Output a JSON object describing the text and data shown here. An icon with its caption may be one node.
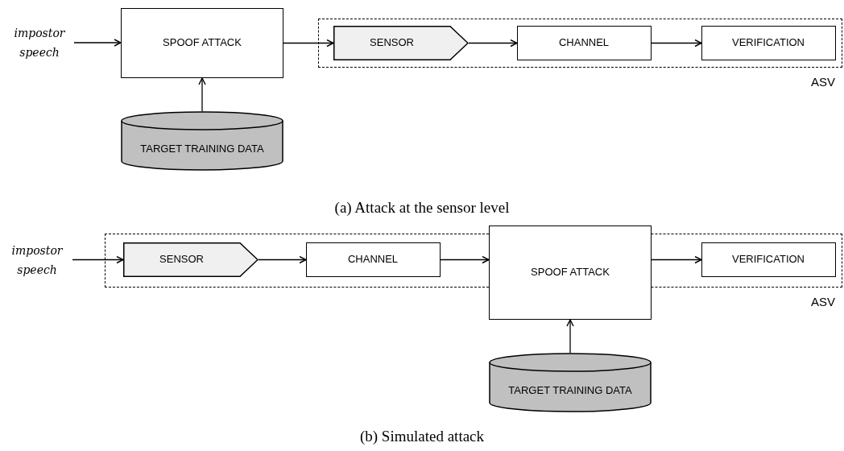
{
  "diagram": {
    "nodes": [
      {
        "text": [
          "impostor speech"
        ]
      },
      {
        "text": [
          "SPOOF ATTACK"
        ]
      },
      {
        "text": [
          "TARGET TRAINING DATA"
        ]
      },
      {
        "text": [
          "ASV"
        ]
      },
      {
        "text": [
          "SENSOR"
        ],
        "in": 3
      },
      {
        "text": [
          "CHANNEL"
        ],
        "in": 3
      },
      {
        "text": [
          "VERIFICATION"
        ],
        "in": 3
      },
      {
        "text": [
          "impostor speech"
        ]
      },
      {
        "text": [
          "ASV"
        ]
      },
      {
        "text": [
          "SENSOR"
        ],
        "in": 8
      },
      {
        "text": [
          "CHANNEL"
        ],
        "in": 8
      },
      {
        "text": [
          "SPOOF ATTACK"
        ]
      },
      {
        "text": [
          "VERIFICATION"
        ],
        "in": 8
      },
      {
        "text": [
          "TARGET TRAINING DATA"
        ]
      }
    ],
    "edges": [
      {
        "from": 0,
        "to": 1,
        "arrow": "to"
      },
      {
        "from": 2,
        "to": 1,
        "arrow": "to"
      },
      {
        "from": 1,
        "to": 4,
        "arrow": "to"
      },
      {
        "from": 4,
        "to": 5,
        "arrow": "to"
      },
      {
        "from": 5,
        "to": 6,
        "arrow": "to"
      },
      {
        "from": 7,
        "to": 9,
        "arrow": "to"
      },
      {
        "from": 9,
        "to": 10,
        "arrow": "to"
      },
      {
        "from": 10,
        "to": 11,
        "arrow": "to"
      },
      {
        "from": 11,
        "to": 12,
        "arrow": "to"
      },
      {
        "from": 13,
        "to": 11,
        "arrow": "to"
      }
    ],
    "labels": [
      "(a) Attack at the sensor level",
      "(b) Simulated attack"
    ]
  }
}
